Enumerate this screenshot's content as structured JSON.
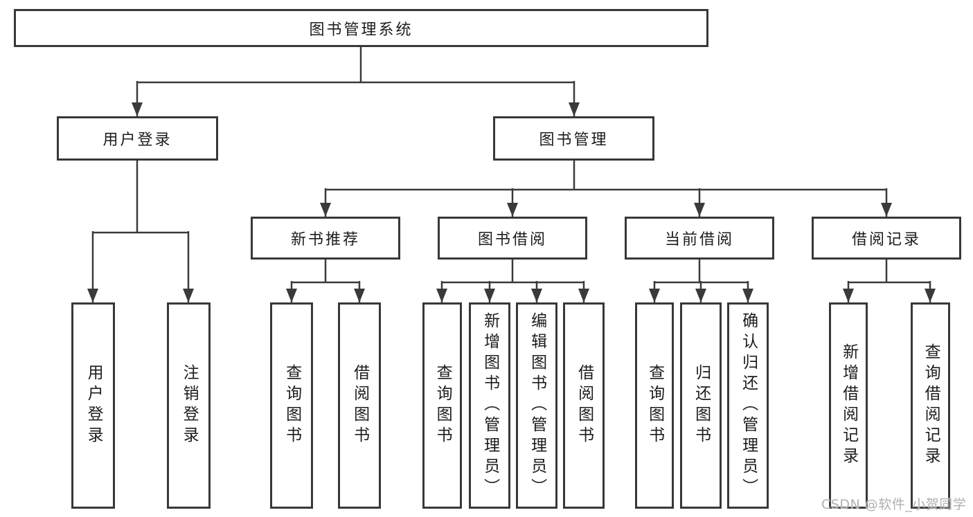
{
  "diagram": {
    "type": "hierarchy-tree",
    "orientation": "top-down",
    "tree": {
      "label": "图书管理系统",
      "children": [
        {
          "label": "用户登录",
          "children": [
            {
              "label": "用户登录"
            },
            {
              "label": "注销登录"
            }
          ]
        },
        {
          "label": "图书管理",
          "children": [
            {
              "label": "新书推荐",
              "children": [
                {
                  "label": "查询图书"
                },
                {
                  "label": "借阅图书"
                }
              ]
            },
            {
              "label": "图书借阅",
              "children": [
                {
                  "label": "查询图书"
                },
                {
                  "label": "新增图书（管理员）"
                },
                {
                  "label": "编辑图书（管理员）"
                },
                {
                  "label": "借阅图书"
                }
              ]
            },
            {
              "label": "当前借阅",
              "children": [
                {
                  "label": "查询图书"
                },
                {
                  "label": "归还图书"
                },
                {
                  "label": "确认归还（管理员）"
                }
              ]
            },
            {
              "label": "借阅记录",
              "children": [
                {
                  "label": "新增借阅记录"
                },
                {
                  "label": "查询借阅记录"
                }
              ]
            }
          ]
        }
      ]
    },
    "colors": {
      "background": "#ffffff",
      "box_border": "#383838",
      "connector_line": "#3a3a3a",
      "text": "#1c1c1c",
      "watermark": "#b0b0b0"
    }
  },
  "watermark": {
    "text": "CSDN @软件_小贺同学"
  }
}
